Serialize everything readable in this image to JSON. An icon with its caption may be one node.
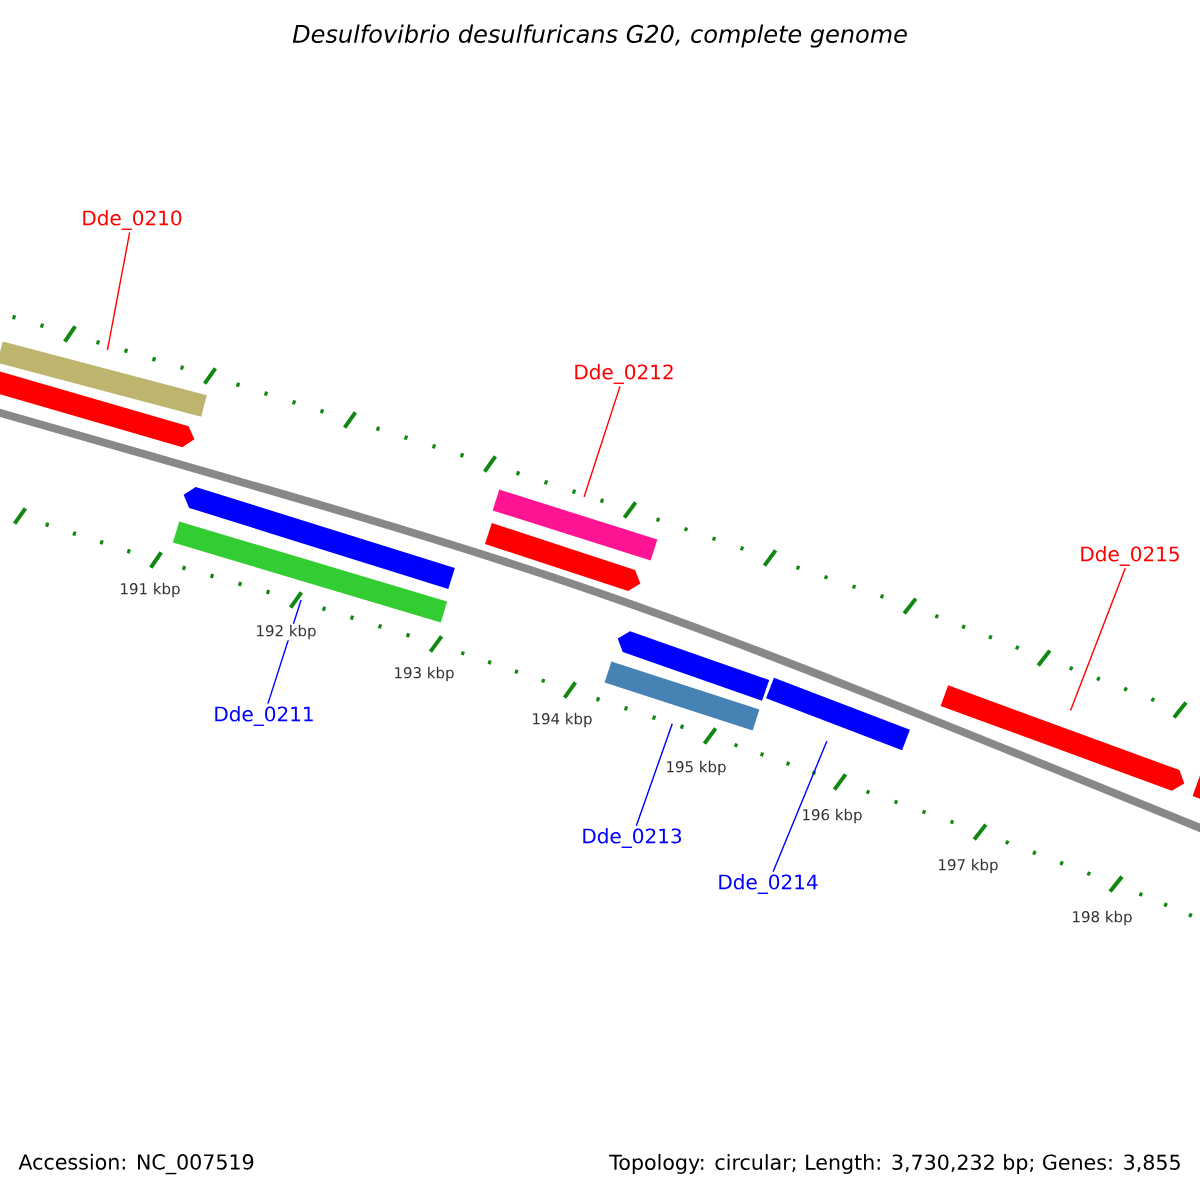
{
  "diagram": {
    "title": "Desulfovibrio desulfuricans G20, complete genome",
    "nodes": [
      {
        "text": [
          "Dde_0210"
        ]
      },
      {
        "text": [],
        "shape": "bar"
      },
      {
        "text": [
          "Dde_0212"
        ]
      },
      {
        "text": [],
        "shape": "bar"
      },
      {
        "text": [
          "Dde_0215"
        ]
      },
      {
        "text": [],
        "shape": "bar"
      },
      {
        "text": [
          "Dde_0211"
        ]
      },
      {
        "text": [],
        "shape": "bar"
      },
      {
        "text": [
          "Dde_0213"
        ]
      },
      {
        "text": [],
        "shape": "bar"
      },
      {
        "text": [
          "Dde_0214"
        ]
      },
      {
        "text": [],
        "shape": "bar"
      },
      {
        "text": [],
        "shape": "bar"
      },
      {
        "text": [],
        "shape": "bar"
      },
      {
        "text": [],
        "shape": "bar"
      },
      {
        "text": [],
        "shape": "bar"
      },
      {
        "text": [],
        "shape": "bar"
      }
    ],
    "edges": [
      {
        "from": 0,
        "to": 1,
        "arrow": "none",
        "color": "#ff0000"
      },
      {
        "from": 2,
        "to": 3,
        "arrow": "none",
        "color": "#ff0000"
      },
      {
        "from": 4,
        "to": 5,
        "arrow": "none",
        "color": "#ff0000"
      },
      {
        "from": 6,
        "to": 7,
        "arrow": "none",
        "color": "#0000ff"
      },
      {
        "from": 8,
        "to": 9,
        "arrow": "none",
        "color": "#0000ff"
      },
      {
        "from": 10,
        "to": 11,
        "arrow": "none",
        "color": "#0000ff"
      }
    ],
    "labels": [
      "191 kbp",
      "192 kbp",
      "193 kbp",
      "194 kbp",
      "195 kbp",
      "196 kbp",
      "197 kbp",
      "198 kbp",
      "Accession: NC_007519",
      "Topology: circular; Length: 3,730,232 bp; Genes: 3,855"
    ]
  }
}
